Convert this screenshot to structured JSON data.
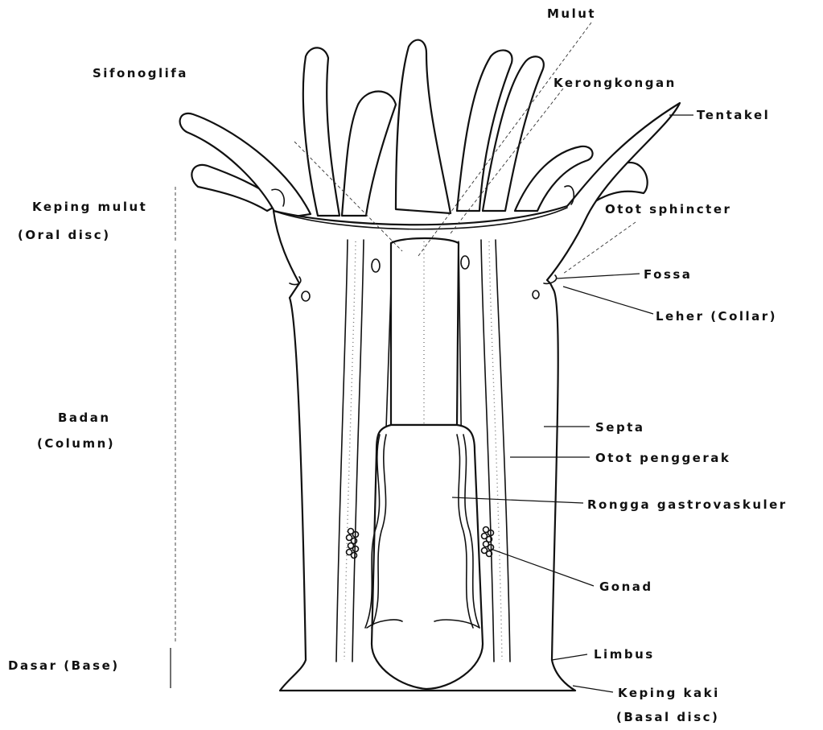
{
  "labels": {
    "mulut": "Mulut",
    "sifonoglifa": "Sifonoglifa",
    "kerongkongan": "Kerongkongan",
    "tentakel": "Tentakel",
    "keping_mulut": "Keping mulut",
    "oral_disc": "(Oral disc)",
    "otot_sphincter": "Otot sphincter",
    "fossa": "Fossa",
    "leher": "Leher (Collar)",
    "badan": "Badan",
    "column": "(Column)",
    "septa": "Septa",
    "otot_penggerak": "Otot penggerak",
    "rongga": "Rongga gastrovaskuler",
    "gonad": "Gonad",
    "dasar": "Dasar (Base)",
    "limbus": "Limbus",
    "keping_kaki": "Keping kaki",
    "basal_disc": "(Basal disc)"
  }
}
